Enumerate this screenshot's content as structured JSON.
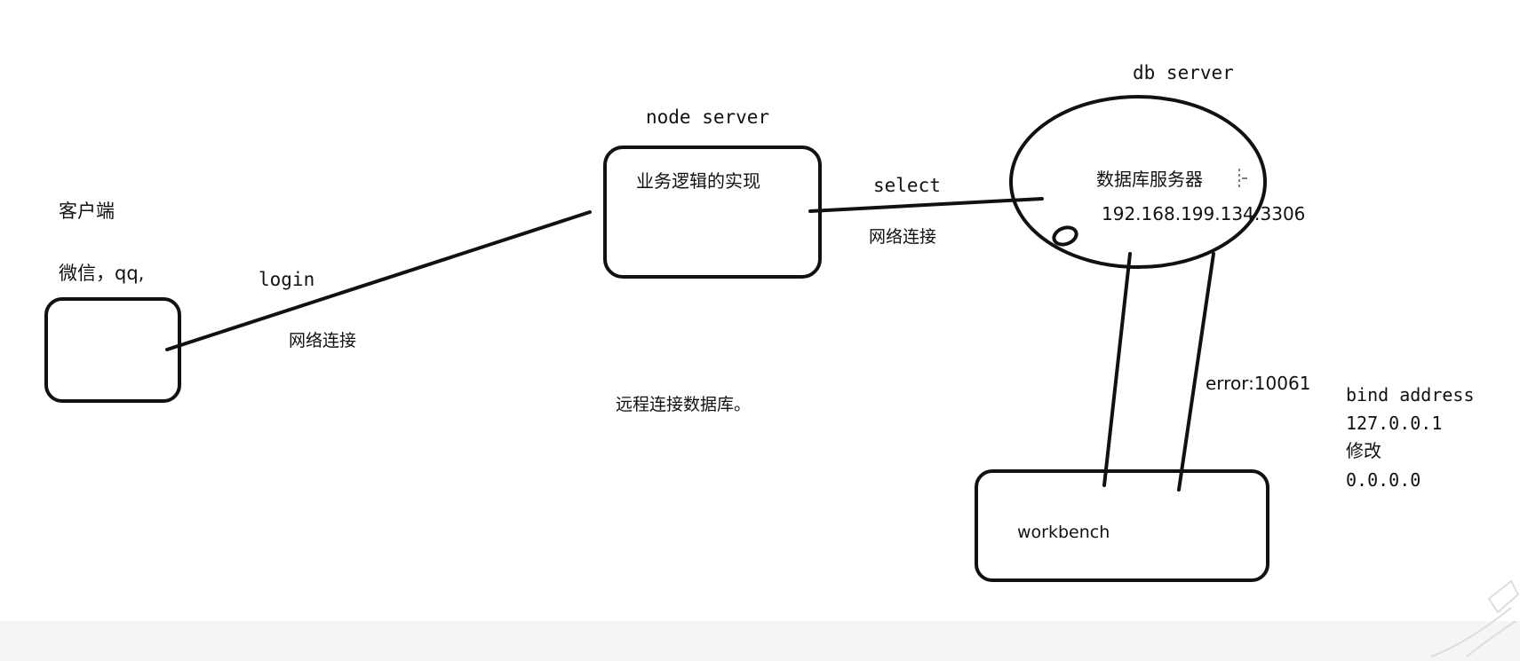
{
  "client": {
    "title": "客户端",
    "apps": "微信，qq,"
  },
  "client_link": {
    "label": "login",
    "sublabel": "网络连接"
  },
  "node_server": {
    "title": "node server",
    "box_text": "业务逻辑的实现"
  },
  "db_link": {
    "label": "select",
    "sublabel": "网络连接"
  },
  "db_server": {
    "title": "db server",
    "name": "数据库服务器",
    "address": "192.168.199.134:3306"
  },
  "remote_note": "远程连接数据库。",
  "workbench": {
    "label": "workbench",
    "error": "error:10061"
  },
  "bind_note": {
    "line1": "bind address",
    "line2": "127.0.0.1",
    "line3": "修改",
    "line4": "0.0.0.0"
  },
  "colors": {
    "stroke": "#111111",
    "background": "#ffffff"
  }
}
